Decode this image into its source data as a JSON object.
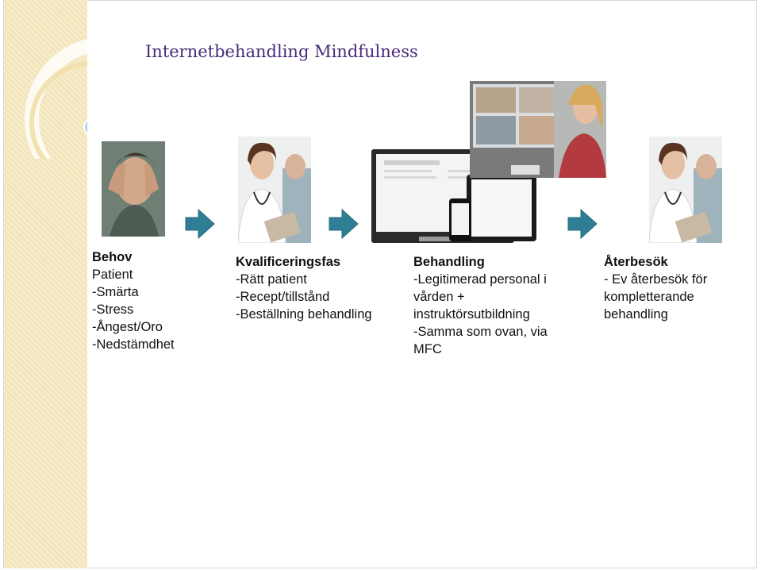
{
  "title": "Internetbehandling Mindfulness",
  "columns": [
    {
      "heading": "Behov",
      "lines": [
        "Patient",
        "-Smärta",
        "-Stress",
        "-Ångest/Oro",
        "-Nedstämdhet"
      ]
    },
    {
      "heading": "Kvalificeringsfas",
      "lines": [
        "-Rätt patient",
        "-Recept/tillstånd",
        "-Beställning behandling"
      ]
    },
    {
      "heading": "Behandling",
      "lines": [
        "-Legitimerad personal i",
        "vården +",
        "instruktörsutbildning",
        "-Samma som ovan, via",
        "MFC"
      ]
    },
    {
      "heading": "Återbesök",
      "lines": [
        "- Ev återbesök för",
        "kompletterande",
        "behandling"
      ]
    }
  ],
  "colors": {
    "arrow": "#2f7e93",
    "title": "#4b2a7a",
    "sidebar": "#f3e6bd"
  },
  "images": [
    "stressed-man-photo",
    "doctor-patient-photo",
    "devices-videoconference-photo",
    "doctor-patient-photo"
  ]
}
